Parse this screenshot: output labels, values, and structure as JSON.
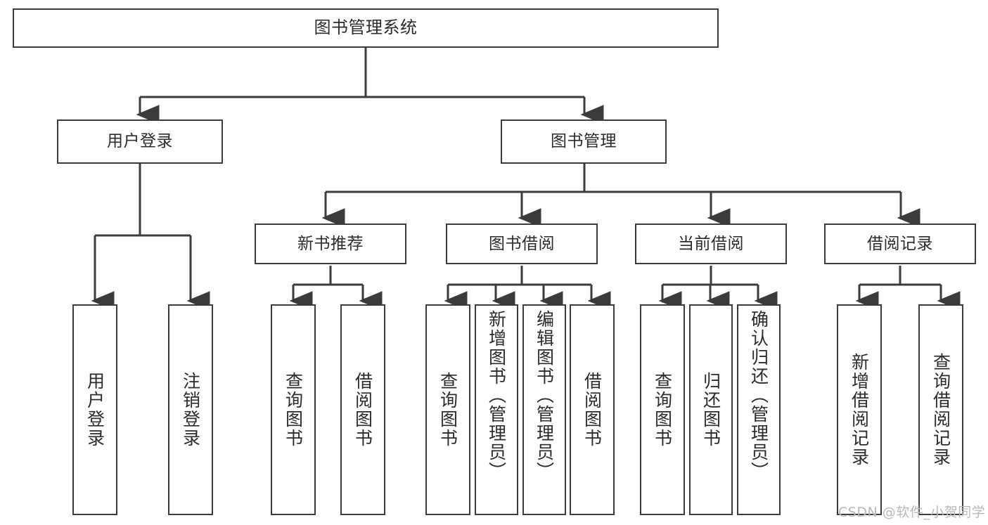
{
  "diagram": {
    "title": "图书管理系统",
    "type": "tree-hierarchy",
    "stroke_color": "#3b3b3b",
    "text_color": "#2b2b2b",
    "background": "#ffffff"
  },
  "nodes": {
    "root": {
      "label": "图书管理系统",
      "level": 1
    },
    "level2": [
      {
        "id": "user-login",
        "label": "用户登录"
      },
      {
        "id": "book-manage",
        "label": "图书管理"
      }
    ],
    "level3": [
      {
        "id": "new-book-rec",
        "label": "新书推荐",
        "parent": "book-manage"
      },
      {
        "id": "book-borrow",
        "label": "图书借阅",
        "parent": "book-manage"
      },
      {
        "id": "current-borrow",
        "label": "当前借阅",
        "parent": "book-manage"
      },
      {
        "id": "borrow-record",
        "label": "借阅记录",
        "parent": "book-manage"
      }
    ],
    "leaves": [
      {
        "id": "leaf-user-login",
        "label": "用户登录",
        "parent": "user-login"
      },
      {
        "id": "leaf-logout",
        "label": "注销登录",
        "parent": "user-login"
      },
      {
        "id": "leaf-query-book-1",
        "label": "查询图书",
        "parent": "new-book-rec"
      },
      {
        "id": "leaf-borrow-book-1",
        "label": "借阅图书",
        "parent": "new-book-rec"
      },
      {
        "id": "leaf-query-book-2",
        "label": "查询图书",
        "parent": "book-borrow"
      },
      {
        "id": "leaf-add-book",
        "label": "新增图书（管理员）",
        "parent": "book-borrow"
      },
      {
        "id": "leaf-edit-book",
        "label": "编辑图书（管理员）",
        "parent": "book-borrow"
      },
      {
        "id": "leaf-borrow-book-2",
        "label": "借阅图书",
        "parent": "book-borrow"
      },
      {
        "id": "leaf-query-book-3",
        "label": "查询图书",
        "parent": "current-borrow"
      },
      {
        "id": "leaf-return-book",
        "label": "归还图书",
        "parent": "current-borrow"
      },
      {
        "id": "leaf-confirm-return",
        "label": "确认归还（管理员）",
        "parent": "current-borrow"
      },
      {
        "id": "leaf-add-record",
        "label": "新增借阅记录",
        "parent": "borrow-record"
      },
      {
        "id": "leaf-query-record",
        "label": "查询借阅记录",
        "parent": "borrow-record"
      }
    ]
  },
  "watermark": {
    "text": "CSDN @软件_小贺同学"
  }
}
